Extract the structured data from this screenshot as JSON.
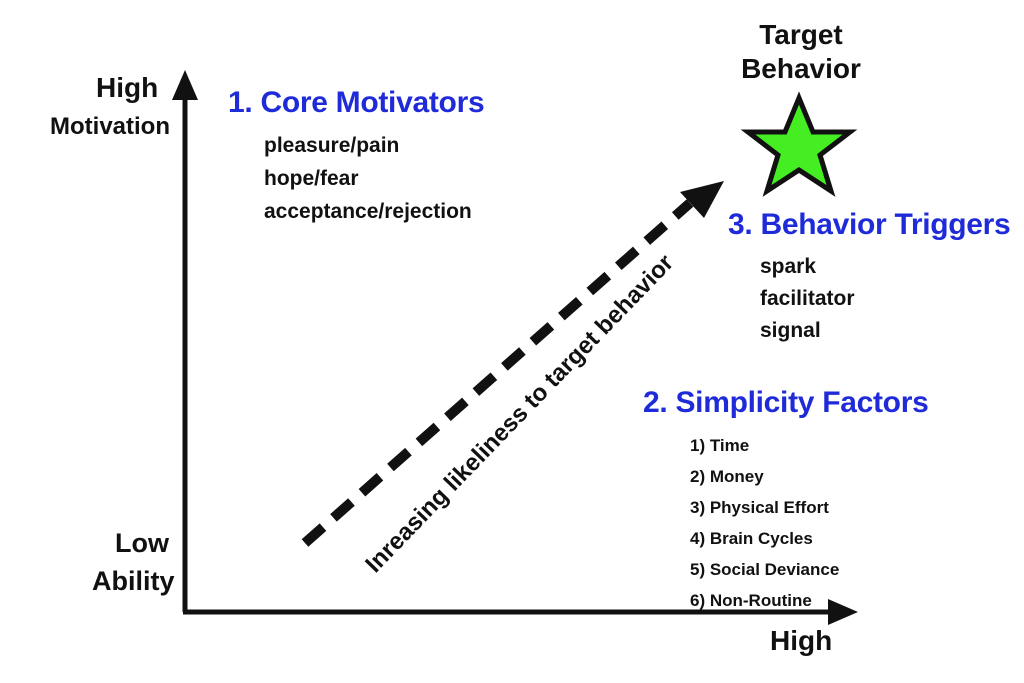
{
  "axes": {
    "y_high": "High",
    "y_name": "Motivation",
    "y_low": "Low",
    "x_name": "Ability",
    "x_high": "High"
  },
  "target": {
    "line1": "Target",
    "line2": "Behavior",
    "star_color": "#44ee22",
    "star_icon": "star-icon"
  },
  "core_motivators": {
    "heading": "1. Core Motivators",
    "items": [
      "pleasure/pain",
      "hope/fear",
      "acceptance/rejection"
    ]
  },
  "behavior_triggers": {
    "heading": "3. Behavior Triggers",
    "items": [
      "spark",
      "facilitator",
      "signal"
    ]
  },
  "simplicity_factors": {
    "heading": "2. Simplicity Factors",
    "items": [
      "1) Time",
      "2) Money",
      "3) Physical Effort",
      "4) Brain Cycles",
      "5) Social Deviance",
      "6) Non-Routine"
    ]
  },
  "trend": {
    "label": "Inreasing likeliness to target behavior"
  },
  "colors": {
    "heading": "#1f2bd8",
    "axis": "#111111"
  }
}
